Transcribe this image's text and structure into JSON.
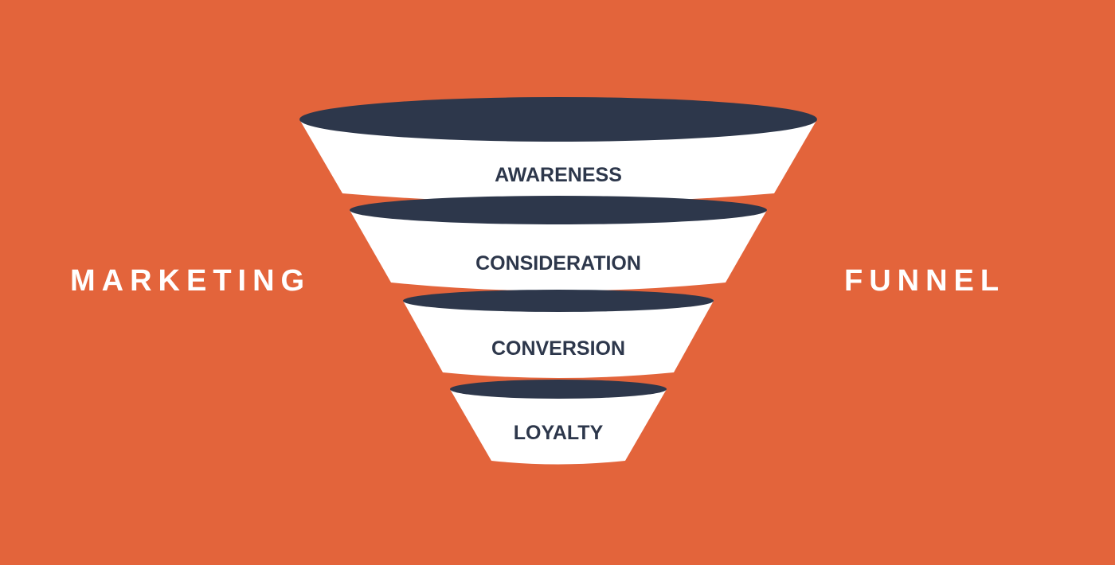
{
  "title": {
    "left": "MARKETING",
    "right": "FUNNEL"
  },
  "stages": [
    {
      "label": "AWARENESS"
    },
    {
      "label": "CONSIDERATION"
    },
    {
      "label": "CONVERSION"
    },
    {
      "label": "LOYALTY"
    }
  ],
  "colors": {
    "background": "#e3643b",
    "funnel_band": "#ffffff",
    "funnel_rim": "#2d374b",
    "label_text": "#2d374b",
    "title_text": "#ffffff"
  }
}
